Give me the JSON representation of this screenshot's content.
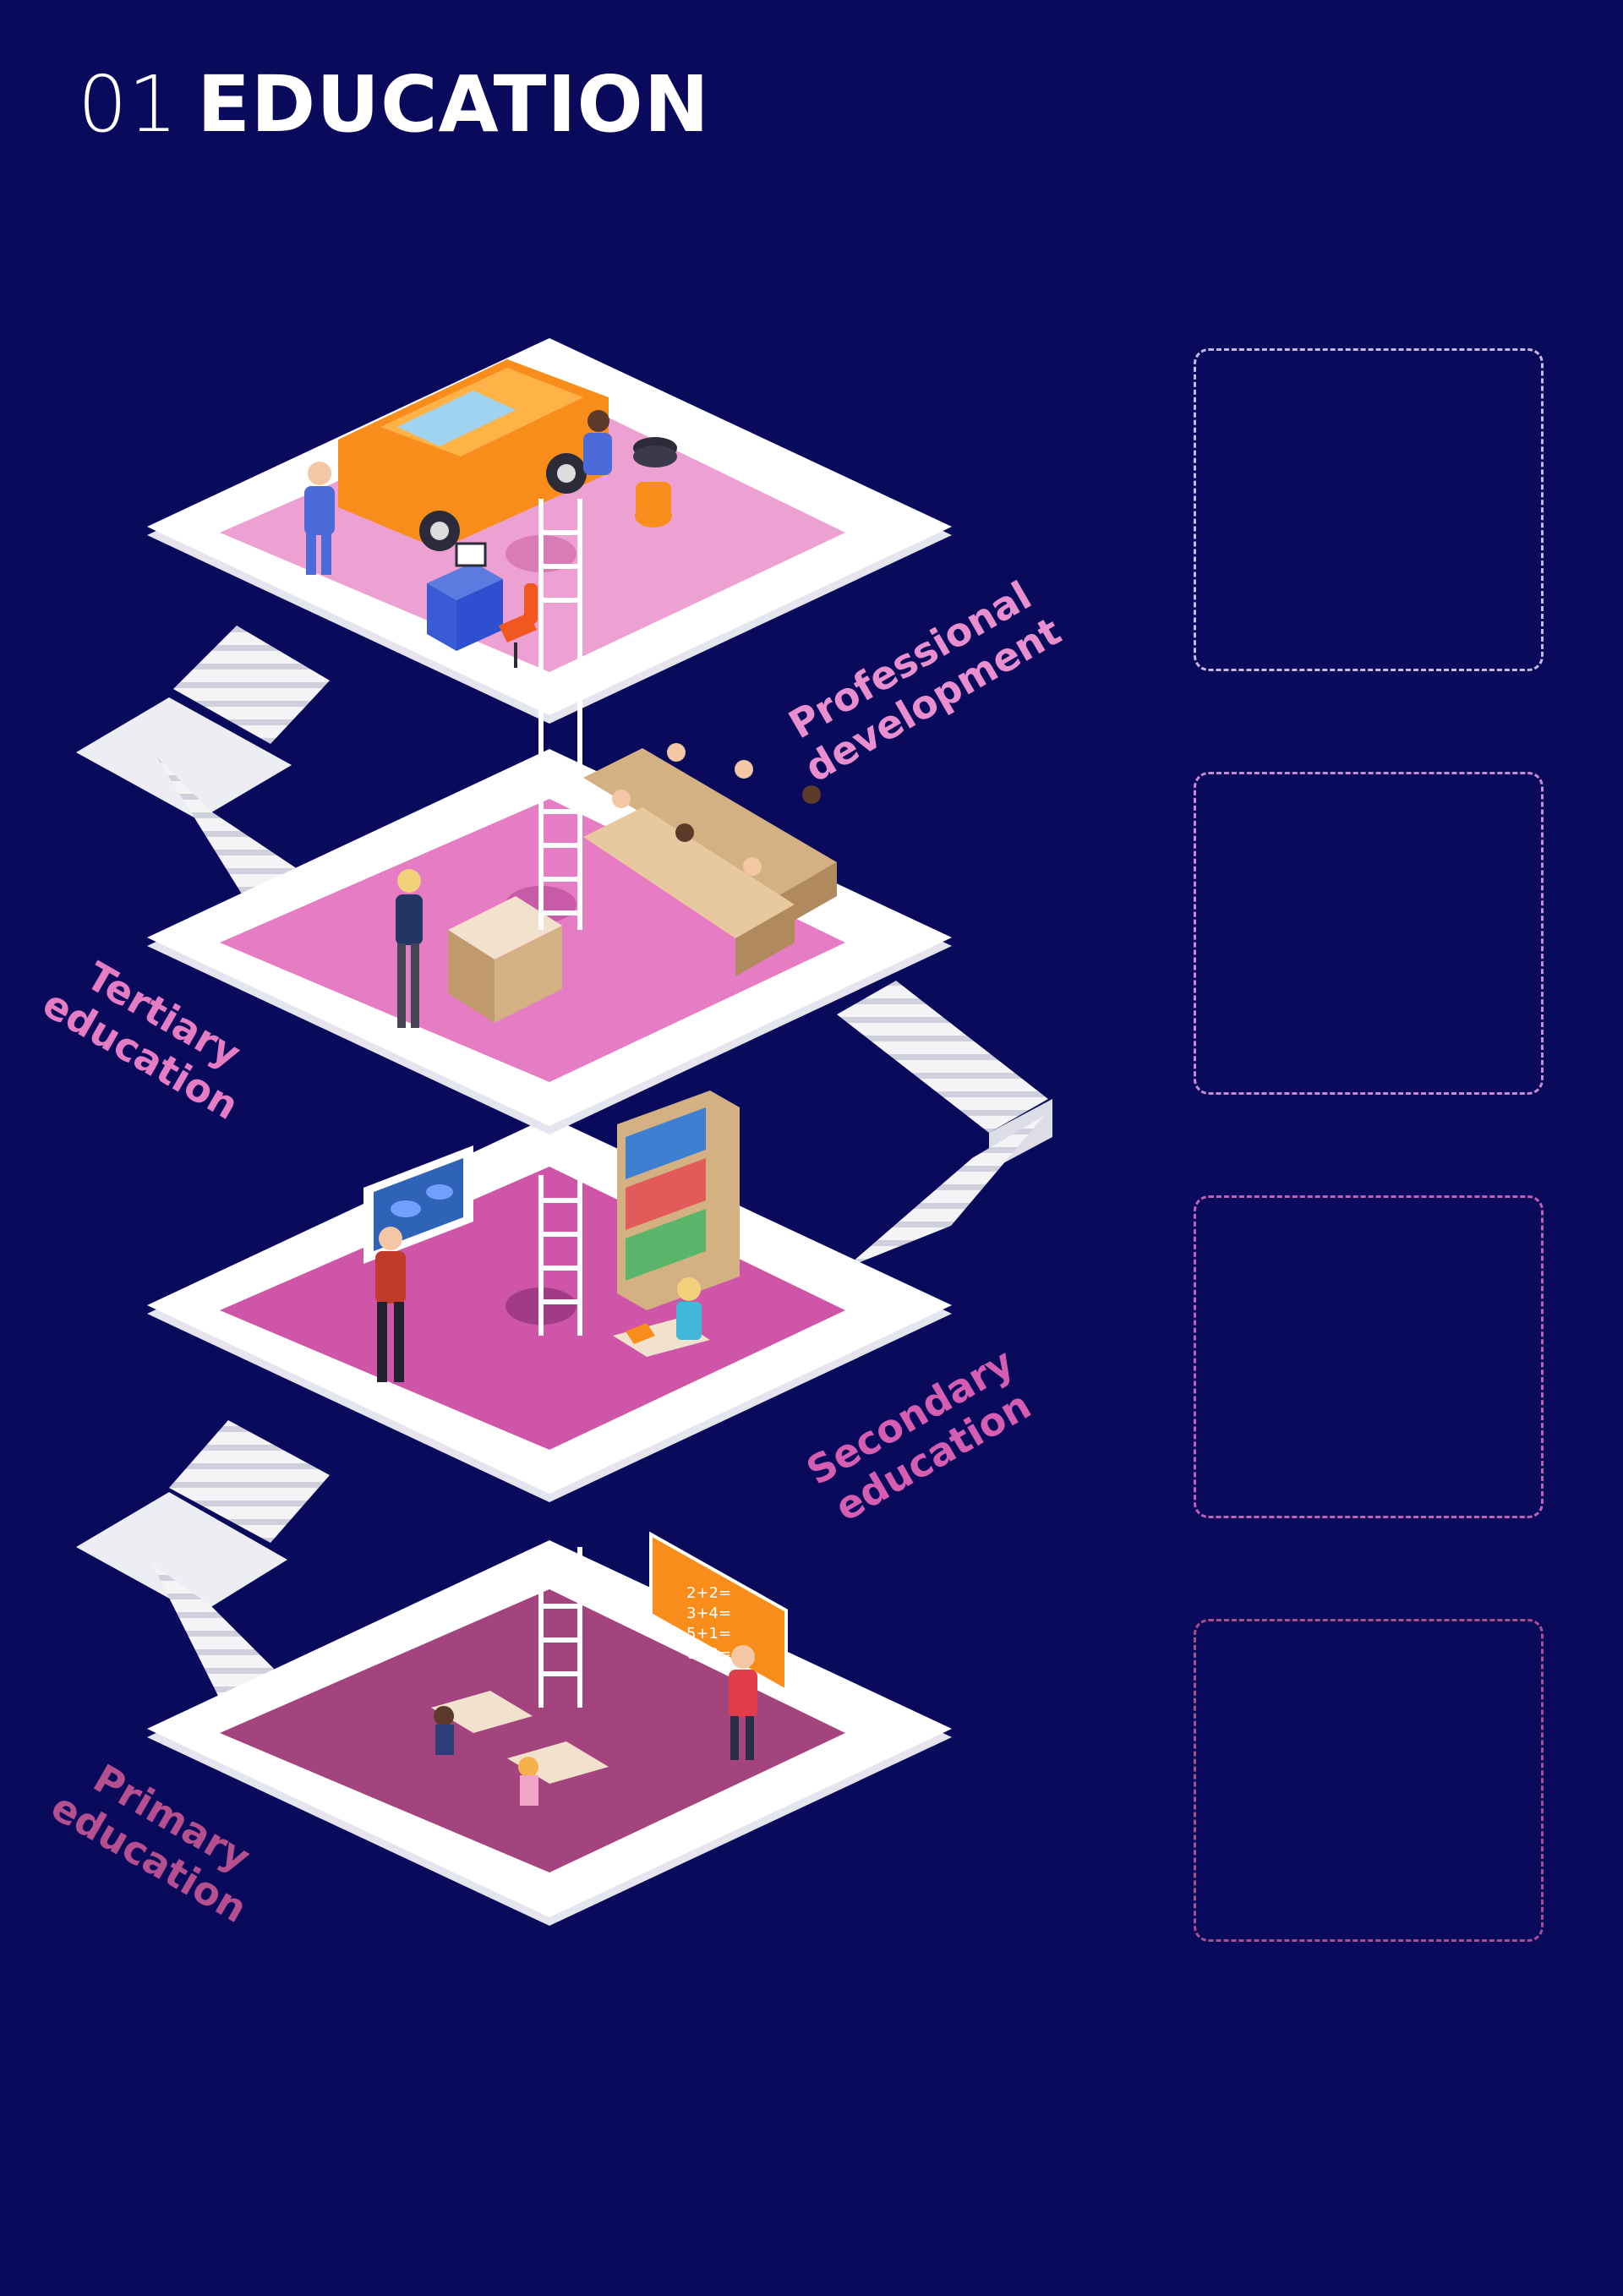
{
  "header": {
    "number": "01",
    "title": "EDUCATION"
  },
  "colors": {
    "background": "#0a0a5c",
    "platform_frame": "#ffffff",
    "level_professional": "#eda0d2",
    "level_tertiary": "#e57cc4",
    "level_secondary": "#cf55a8",
    "level_primary": "#a3447f",
    "accent_orange": "#f98d1c"
  },
  "levels": [
    {
      "id": "professional",
      "line1": "Professional",
      "line2": "development",
      "label_color": "#e98fd0",
      "box_border": "#c9b8e6"
    },
    {
      "id": "tertiary",
      "line1": "Tertiary",
      "line2": "education",
      "label_color": "#e57cc4",
      "box_border": "#c98ad6"
    },
    {
      "id": "secondary",
      "line1": "Secondary",
      "line2": "education",
      "label_color": "#d65eb2",
      "box_border": "#c061b5"
    },
    {
      "id": "primary",
      "line1": "Primary",
      "line2": "education",
      "label_color": "#b54f90",
      "box_border": "#a8508e"
    }
  ],
  "chalkboard": {
    "lines": [
      "2+2=",
      "3+4=",
      "5+1=",
      "6+3="
    ]
  }
}
